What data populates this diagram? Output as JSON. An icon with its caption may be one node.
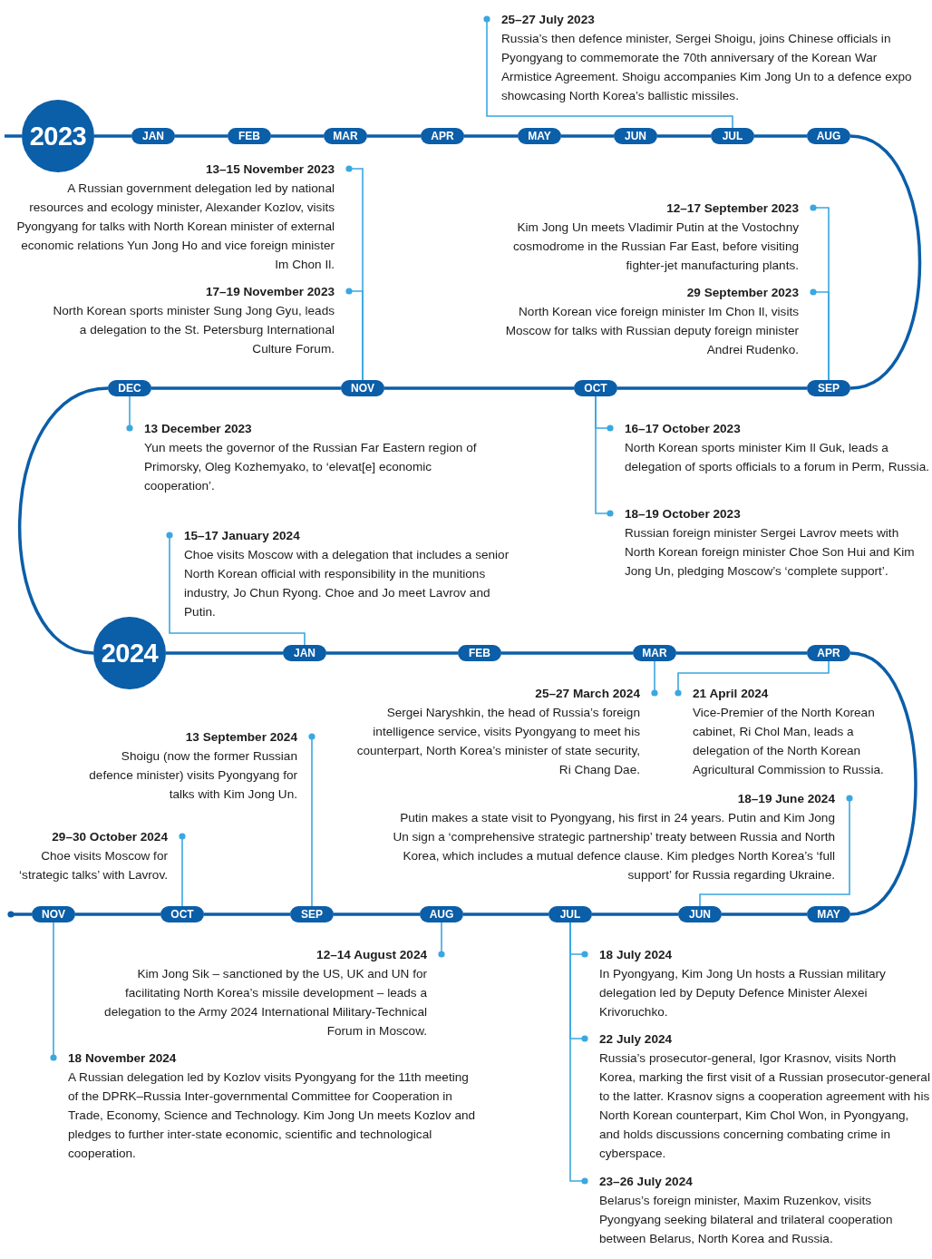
{
  "diagram": {
    "nodes": [
      {
        "text": [
          "2023"
        ]
      },
      {
        "text": [
          "JAN"
        ]
      },
      {
        "text": [
          "FEB"
        ]
      },
      {
        "text": [
          "MAR"
        ]
      },
      {
        "text": [
          "APR"
        ]
      },
      {
        "text": [
          "MAY"
        ]
      },
      {
        "text": [
          "JUN"
        ]
      },
      {
        "text": [
          "JUL"
        ]
      },
      {
        "text": [
          "AUG"
        ]
      },
      {
        "text": [
          "SEP"
        ]
      },
      {
        "text": [
          "OCT"
        ]
      },
      {
        "text": [
          "NOV"
        ]
      },
      {
        "text": [
          "DEC"
        ]
      },
      {
        "text": [
          "2024"
        ]
      },
      {
        "text": [
          "JAN"
        ]
      },
      {
        "text": [
          "FEB"
        ]
      },
      {
        "text": [
          "MAR"
        ]
      },
      {
        "text": [
          "APR"
        ]
      },
      {
        "text": [
          "MAY"
        ]
      },
      {
        "text": [
          "JUN"
        ]
      },
      {
        "text": [
          "JUL"
        ]
      },
      {
        "text": [
          "AUG"
        ]
      },
      {
        "text": [
          "SEP"
        ]
      },
      {
        "text": [
          "OCT"
        ]
      },
      {
        "text": [
          "NOV"
        ]
      },
      {
        "text": [
          "25–27 July 2023",
          "Russia’s then defence minister, Sergei Shoigu, joins Chinese officials in Pyongyang to commemorate the 70th anniversary of the Korean War Armistice Agreement. Shoigu accompanies Kim Jong Un to a defence expo showcasing North Korea’s ballistic missiles."
        ]
      },
      {
        "text": [
          "13–15 November 2023",
          "A Russian government delegation led by national resources and ecology minister, Alexander Kozlov, visits Pyongyang for talks with North Korean minister of external economic relations Yun Jong Ho and vice foreign minister Im Chon Il."
        ]
      },
      {
        "text": [
          "17–19 November 2023",
          "North Korean sports minister Sung Jong Gyu, leads a delegation to the St. Petersburg International Culture Forum."
        ]
      },
      {
        "text": [
          "12–17 September 2023",
          "Kim Jong Un meets Vladimir Putin at the Vostochny cosmodrome in the Russian Far East, before visiting fighter-jet manufacturing plants."
        ]
      },
      {
        "text": [
          "29 September 2023",
          "North Korean vice foreign minister Im Chon Il, visits Moscow for talks with Russian deputy foreign minister Andrei Rudenko."
        ]
      },
      {
        "text": [
          "13 December 2023",
          "Yun meets the governor of the Russian Far Eastern region of Primorsky, Oleg Kozhemyako, to ‘elevat[e] economic cooperation’."
        ]
      },
      {
        "text": [
          "16–17 October 2023",
          "North Korean sports minister Kim Il Guk, leads a delegation of sports officials to a forum in Perm, Russia."
        ]
      },
      {
        "text": [
          "18–19 October 2023",
          "Russian foreign minister Sergei Lavrov meets with North Korean foreign minister Choe Son Hui and Kim Jong Un, pledging Moscow’s ‘complete support’."
        ]
      },
      {
        "text": [
          "15–17 January 2024",
          "Choe visits Moscow with a delegation that includes a senior North Korean official with responsibility in the munitions industry, Jo Chun Ryong. Choe and Jo meet Lavrov and Putin."
        ]
      },
      {
        "text": [
          "25–27 March 2024",
          "Sergei Naryshkin, the head of Russia’s foreign intelligence service, visits Pyongyang to meet his counterpart, North Korea’s minister of state security, Ri Chang Dae."
        ]
      },
      {
        "text": [
          "21 April 2024",
          "Vice-Premier of the North Korean cabinet, Ri Chol Man, leads a delegation of the North Korean Agricultural Commission to Russia."
        ]
      },
      {
        "text": [
          "13 September 2024",
          "Shoigu (now the former Russian defence minister) visits Pyongyang for talks with Kim Jong Un."
        ]
      },
      {
        "text": [
          "29–30 October 2024",
          "Choe visits Moscow for ‘strategic talks’ with Lavrov."
        ]
      },
      {
        "text": [
          "18–19 June 2024",
          "Putin makes a state visit to Pyongyang, his first in 24 years. Putin and Kim Jong Un sign a ‘comprehensive strategic partnership’ treaty between Russia and North Korea, which includes a mutual defence clause. Kim pledges North Korea’s ‘full support’ for Russia regarding Ukraine."
        ]
      },
      {
        "text": [
          "12–14 August 2024",
          "Kim Jong Sik – sanctioned by the US, UK and UN for facilitating North Korea’s missile development – leads a delegation to the Army 2024 International Military-Technical Forum in Moscow."
        ]
      },
      {
        "text": [
          "18 November 2024",
          "A Russian delegation led by Kozlov visits Pyongyang for the 11th meeting of the DPRK–Russia Inter-governmental Committee for Cooperation in Trade, Economy, Science and Technology. Kim Jong Un meets Kozlov and pledges to further inter-state economic, scientific and technological cooperation."
        ]
      },
      {
        "text": [
          "18 July 2024",
          "In Pyongyang, Kim Jong Un hosts a Russian military delegation led by Deputy Defence Minister Alexei Krivoruchko."
        ]
      },
      {
        "text": [
          "22 July 2024",
          "Russia’s prosecutor-general, Igor Krasnov, visits North Korea, marking the first visit of a Russian prosecutor-general to the latter. Krasnov signs a cooperation agreement with his North Korean counterpart, Kim Chol Won, in Pyongyang, and holds discussions concerning combating crime in cyberspace."
        ]
      },
      {
        "text": [
          "23–26 July 2024",
          "Belarus’s foreign minister, Maxim Ruzenkov, visits Pyongyang seeking bilateral and trilateral cooperation between Belarus, North Korea and Russia."
        ]
      }
    ],
    "edges": [
      {
        "from": null,
        "to": 0,
        "arrow": "none"
      },
      {
        "from": 0,
        "to": 1,
        "arrow": "none"
      },
      {
        "from": 1,
        "to": 2,
        "arrow": "none"
      },
      {
        "from": 2,
        "to": 3,
        "arrow": "none"
      },
      {
        "from": 3,
        "to": 4,
        "arrow": "none"
      },
      {
        "from": 4,
        "to": 5,
        "arrow": "none"
      },
      {
        "from": 5,
        "to": 6,
        "arrow": "none"
      },
      {
        "from": 6,
        "to": 7,
        "arrow": "none"
      },
      {
        "from": 7,
        "to": 8,
        "arrow": "none"
      },
      {
        "from": 8,
        "to": 9,
        "arrow": "none"
      },
      {
        "from": 9,
        "to": 10,
        "arrow": "none"
      },
      {
        "from": 10,
        "to": 11,
        "arrow": "none"
      },
      {
        "from": 11,
        "to": 12,
        "arrow": "none"
      },
      {
        "from": 12,
        "to": 13,
        "arrow": "none"
      },
      {
        "from": 13,
        "to": 14,
        "arrow": "none"
      },
      {
        "from": 14,
        "to": 15,
        "arrow": "none"
      },
      {
        "from": 15,
        "to": 16,
        "arrow": "none"
      },
      {
        "from": 16,
        "to": 17,
        "arrow": "none"
      },
      {
        "from": 17,
        "to": 18,
        "arrow": "none"
      },
      {
        "from": 18,
        "to": 19,
        "arrow": "none"
      },
      {
        "from": 19,
        "to": 20,
        "arrow": "none"
      },
      {
        "from": 20,
        "to": 21,
        "arrow": "none"
      },
      {
        "from": 21,
        "to": 22,
        "arrow": "none"
      },
      {
        "from": 22,
        "to": 23,
        "arrow": "none"
      },
      {
        "from": 23,
        "to": 24,
        "arrow": "none"
      },
      {
        "from": 24,
        "to": null,
        "arrow": "other"
      },
      {
        "from": 7,
        "to": 25,
        "arrow": "other",
        "color": "#3aa7e0"
      },
      {
        "from": 11,
        "to": 26,
        "arrow": "other",
        "color": "#3aa7e0"
      },
      {
        "from": 11,
        "to": 27,
        "arrow": "other",
        "color": "#3aa7e0"
      },
      {
        "from": 9,
        "to": 28,
        "arrow": "other",
        "color": "#3aa7e0"
      },
      {
        "from": 9,
        "to": 29,
        "arrow": "other",
        "color": "#3aa7e0"
      },
      {
        "from": 12,
        "to": 30,
        "arrow": "other",
        "color": "#3aa7e0"
      },
      {
        "from": 10,
        "to": 31,
        "arrow": "other",
        "color": "#3aa7e0"
      },
      {
        "from": 10,
        "to": 32,
        "arrow": "other",
        "color": "#3aa7e0"
      },
      {
        "from": 14,
        "to": 33,
        "arrow": "other",
        "color": "#3aa7e0"
      },
      {
        "from": 16,
        "to": 34,
        "arrow": "other",
        "color": "#3aa7e0"
      },
      {
        "from": 17,
        "to": 35,
        "arrow": "other",
        "color": "#3aa7e0"
      },
      {
        "from": 22,
        "to": 36,
        "arrow": "other",
        "color": "#3aa7e0"
      },
      {
        "from": 23,
        "to": 37,
        "arrow": "other",
        "color": "#3aa7e0"
      },
      {
        "from": 19,
        "to": 38,
        "arrow": "other",
        "color": "#3aa7e0"
      },
      {
        "from": 21,
        "to": 39,
        "arrow": "other",
        "color": "#3aa7e0"
      },
      {
        "from": 24,
        "to": 40,
        "arrow": "other",
        "color": "#3aa7e0"
      },
      {
        "from": 20,
        "to": 41,
        "arrow": "other",
        "color": "#3aa7e0"
      },
      {
        "from": 20,
        "to": 42,
        "arrow": "other",
        "color": "#3aa7e0"
      },
      {
        "from": 20,
        "to": 43,
        "arrow": "other",
        "color": "#3aa7e0"
      }
    ]
  }
}
